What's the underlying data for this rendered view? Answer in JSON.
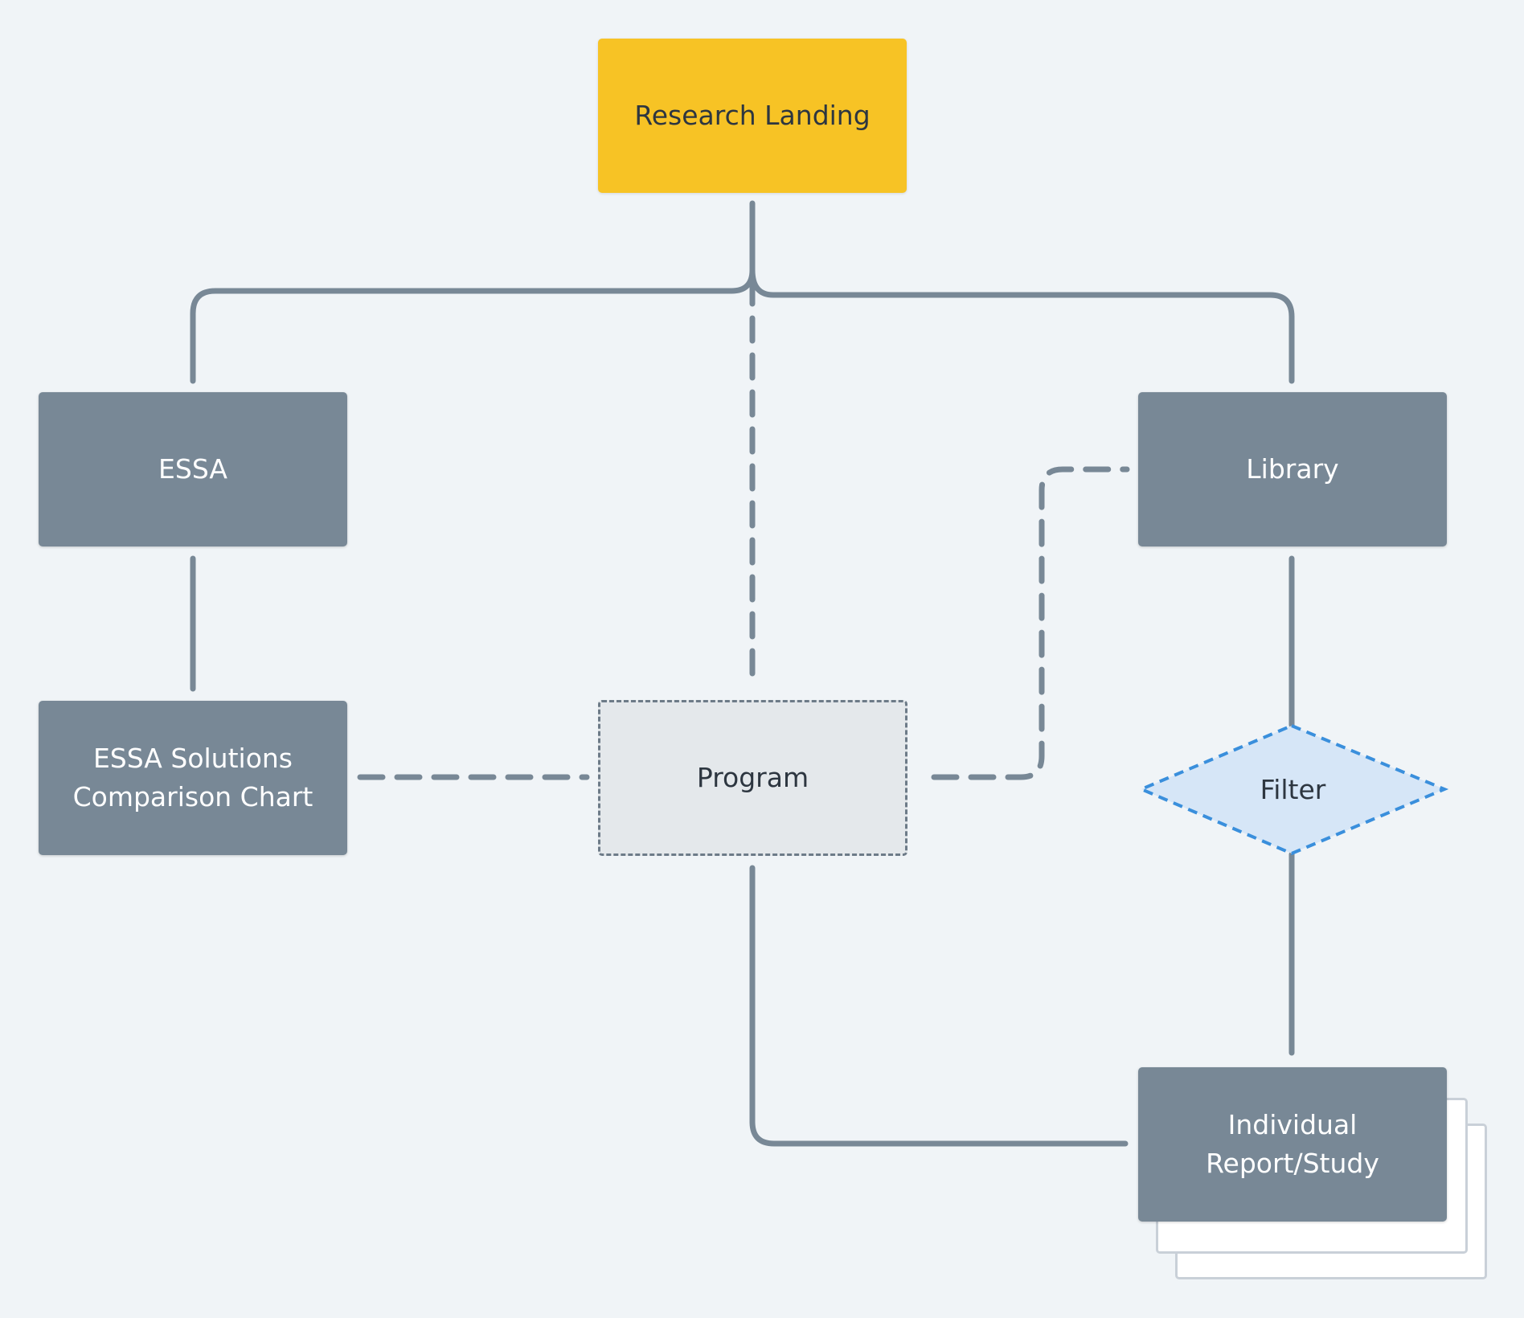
{
  "colors": {
    "background": "#f0f4f7",
    "node_fill": "#788896",
    "root_fill": "#f7c325",
    "connector": "#788896",
    "dashed_node_fill": "#e4e8eb",
    "decision_fill": "#d6e6f7",
    "decision_stroke": "#3a8fdc"
  },
  "diagram": {
    "nodes": {
      "research_landing": {
        "label": "Research Landing",
        "shape": "rectangle"
      },
      "essa": {
        "label": "ESSA",
        "shape": "rectangle"
      },
      "library": {
        "label": "Library",
        "shape": "rectangle"
      },
      "essa_solutions": {
        "label": "ESSA Solutions\nComparison Chart",
        "shape": "rectangle"
      },
      "program": {
        "label": "Program",
        "shape": "dashed-rectangle"
      },
      "filter": {
        "label": "Filter",
        "shape": "dashed-diamond"
      },
      "individual_report": {
        "label": "Individual\nReport/Study",
        "shape": "stacked-documents"
      }
    },
    "edges": [
      {
        "from": "research_landing",
        "to": "essa",
        "style": "solid"
      },
      {
        "from": "research_landing",
        "to": "library",
        "style": "solid"
      },
      {
        "from": "research_landing",
        "to": "program",
        "style": "dashed"
      },
      {
        "from": "essa",
        "to": "essa_solutions",
        "style": "solid"
      },
      {
        "from": "essa_solutions",
        "to": "program",
        "style": "dashed"
      },
      {
        "from": "program",
        "to": "library",
        "style": "dashed"
      },
      {
        "from": "library",
        "to": "filter",
        "style": "solid"
      },
      {
        "from": "filter",
        "to": "individual_report",
        "style": "solid"
      },
      {
        "from": "program",
        "to": "individual_report",
        "style": "solid"
      }
    ]
  }
}
